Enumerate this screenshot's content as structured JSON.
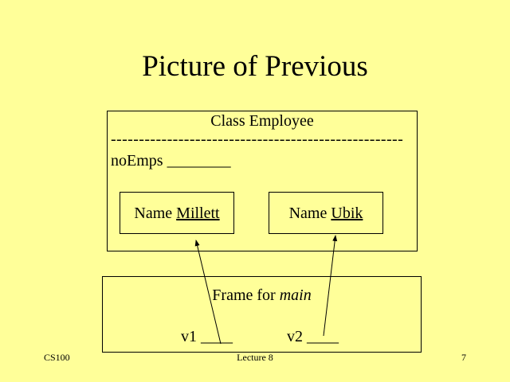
{
  "slide": {
    "title": "Picture of Previous",
    "class_box": {
      "heading": "Class Employee",
      "divider": "----------------------------------------------------",
      "static_field_label": "noEmps",
      "static_field_blank": "________",
      "objects": [
        {
          "label": "Name",
          "value": "Millett"
        },
        {
          "label": "Name",
          "value": "Ubik"
        }
      ]
    },
    "frame_box": {
      "heading_prefix": "Frame for ",
      "heading_italic": "main",
      "vars": [
        {
          "label": "v1",
          "blank": "____"
        },
        {
          "label": "v2",
          "blank": "____"
        }
      ]
    },
    "footer": {
      "left": "CS100",
      "center": "Lecture 8",
      "right": "7"
    }
  }
}
